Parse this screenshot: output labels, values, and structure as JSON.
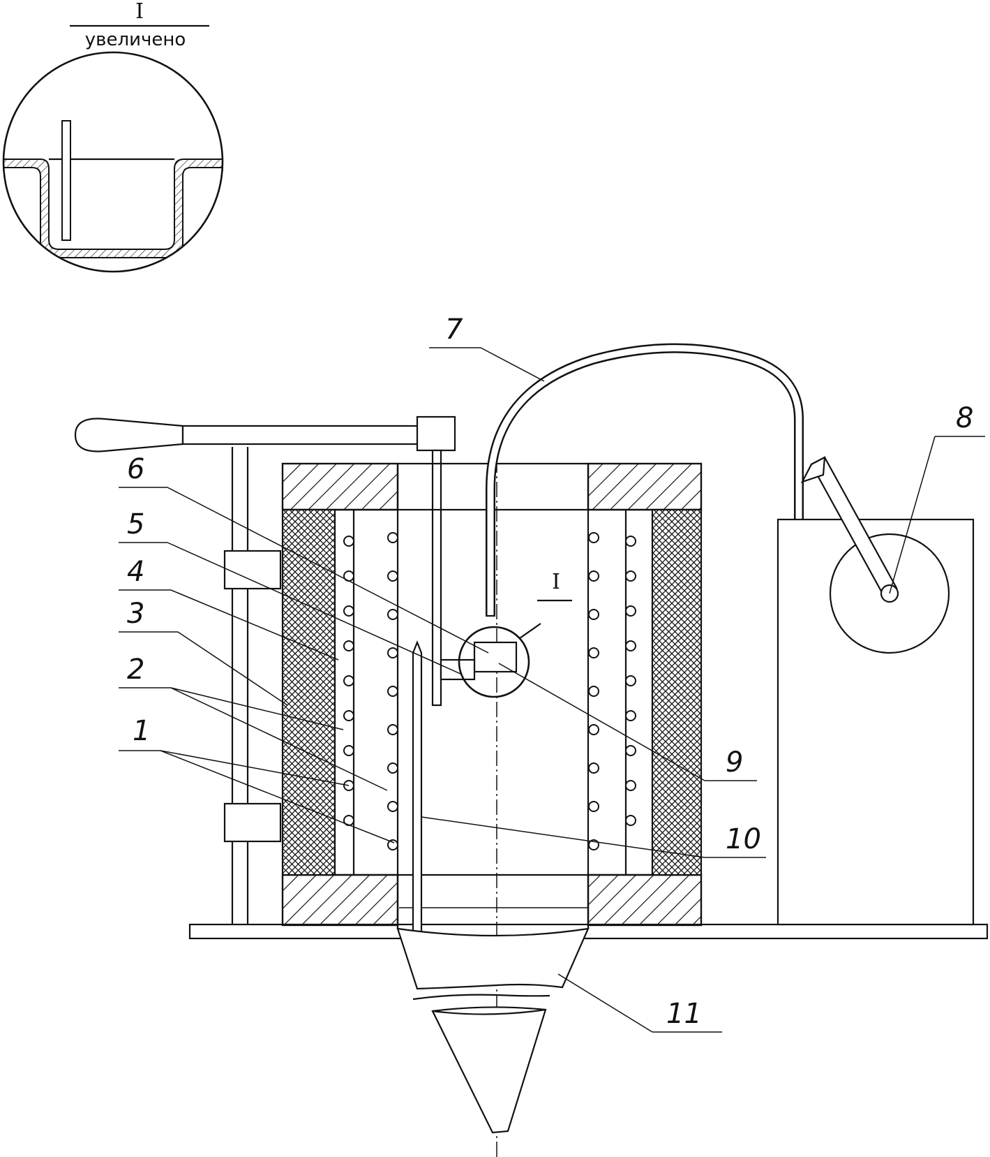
{
  "detail_view": {
    "marker": "I",
    "caption": "увеличено"
  },
  "detail_callout": "I",
  "labels": [
    "1",
    "2",
    "3",
    "4",
    "5",
    "6",
    "7",
    "8",
    "9",
    "10",
    "11"
  ]
}
